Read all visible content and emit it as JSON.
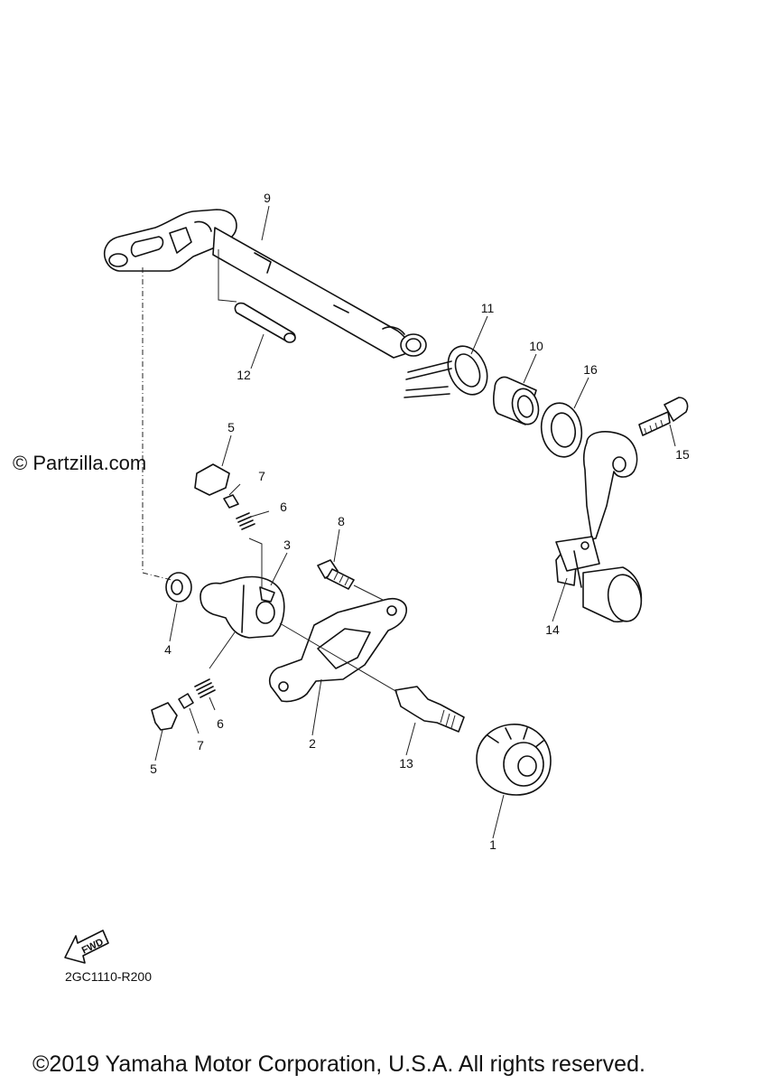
{
  "watermark": "© Partzilla.com",
  "diagram_code": "2GC1110-R200",
  "fwd_label": "FWD",
  "copyright": "©2019 Yamaha Motor Corporation, U.S.A. All rights reserved.",
  "callouts": [
    {
      "id": "c1",
      "label": "1"
    },
    {
      "id": "c2",
      "label": "2"
    },
    {
      "id": "c3",
      "label": "3"
    },
    {
      "id": "c4",
      "label": "4"
    },
    {
      "id": "c5a",
      "label": "5"
    },
    {
      "id": "c5b",
      "label": "5"
    },
    {
      "id": "c6a",
      "label": "6"
    },
    {
      "id": "c6b",
      "label": "6"
    },
    {
      "id": "c7a",
      "label": "7"
    },
    {
      "id": "c7b",
      "label": "7"
    },
    {
      "id": "c8",
      "label": "8"
    },
    {
      "id": "c9",
      "label": "9"
    },
    {
      "id": "c10",
      "label": "10"
    },
    {
      "id": "c11",
      "label": "11"
    },
    {
      "id": "c12",
      "label": "12"
    },
    {
      "id": "c13",
      "label": "13"
    },
    {
      "id": "c14",
      "label": "14"
    },
    {
      "id": "c15",
      "label": "15"
    },
    {
      "id": "c16",
      "label": "16"
    }
  ]
}
